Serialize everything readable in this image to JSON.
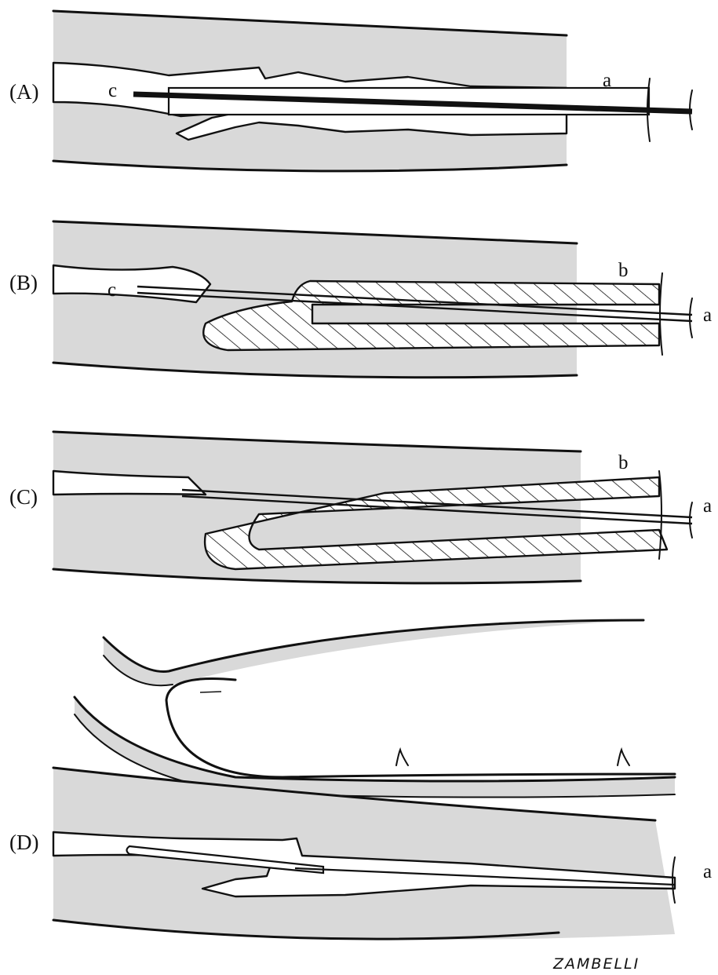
{
  "panels": [
    {
      "id": "A",
      "label": "(A)",
      "parts": [
        "c",
        "a"
      ]
    },
    {
      "id": "B",
      "label": "(B)",
      "parts": [
        "c",
        "b",
        "a"
      ]
    },
    {
      "id": "C",
      "label": "(C)",
      "parts": [
        "b",
        "a"
      ]
    },
    {
      "id": "D",
      "label": "(D)",
      "parts": [
        "a"
      ]
    }
  ],
  "signature": "ZAMBELLI"
}
